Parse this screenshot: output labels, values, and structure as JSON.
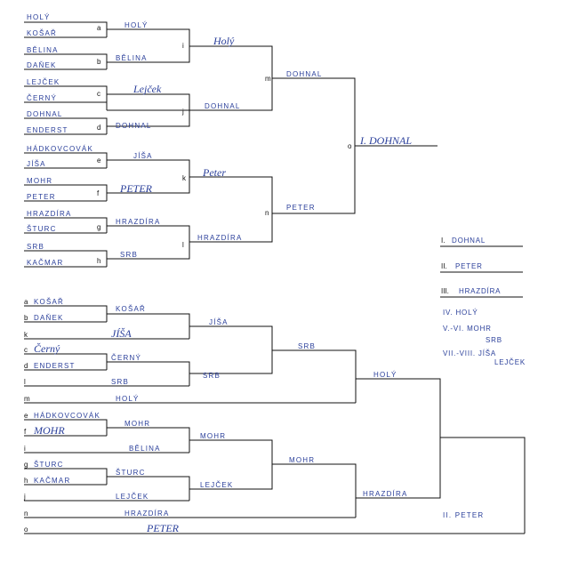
{
  "upper_bracket": {
    "players": [
      {
        "name": "HOLÝ"
      },
      {
        "name": "KOŠAŘ"
      },
      {
        "name": "BĚLINA"
      },
      {
        "name": "DAŇEK"
      },
      {
        "name": "LEJČEK"
      },
      {
        "name": "ČERNÝ"
      },
      {
        "name": "DOHNAL"
      },
      {
        "name": "ENDERST"
      },
      {
        "name": "HÁDKOVCOVÁK"
      },
      {
        "name": "JÍŠA"
      },
      {
        "name": "MOHR"
      },
      {
        "name": "PETER"
      },
      {
        "name": "HRAZDÍRA"
      },
      {
        "name": "ŠTURC"
      },
      {
        "name": "SRB"
      },
      {
        "name": "KAČMAR"
      }
    ],
    "round1": [
      {
        "label": "a",
        "winner": "HOLÝ"
      },
      {
        "label": "b",
        "winner": "BĚLINA"
      },
      {
        "label": "c",
        "winner": "Lejček"
      },
      {
        "label": "d",
        "winner": "DOHNAL"
      },
      {
        "label": "e",
        "winner": "JÍŠA"
      },
      {
        "label": "f",
        "winner": "PETER"
      },
      {
        "label": "g",
        "winner": "HRAZDÍRA"
      },
      {
        "label": "h",
        "winner": "SRB"
      }
    ],
    "round2": [
      {
        "label": "i",
        "winner": "Holý"
      },
      {
        "label": "j",
        "winner": "DOHNAL"
      },
      {
        "label": "k",
        "winner": "Peter"
      },
      {
        "label": "l",
        "winner": "HRAZDÍRA"
      }
    ],
    "round3": [
      {
        "label": "m",
        "winner": "DOHNAL"
      },
      {
        "label": "n",
        "winner": "PETER"
      }
    ],
    "final": {
      "label": "o",
      "winner": "I. DOHNAL"
    }
  },
  "lower_bracket": {
    "rows": [
      {
        "label": "a",
        "name": "KOŠAŘ"
      },
      {
        "label": "b",
        "name": "DAŇEK"
      },
      {
        "label": "k",
        "name": ""
      },
      {
        "label": "c",
        "name": "Černý"
      },
      {
        "label": "d",
        "name": "ENDERST"
      },
      {
        "label": "l",
        "name": ""
      },
      {
        "label": "m",
        "name": ""
      },
      {
        "label": "e",
        "name": "HÁDKOVCOVÁK"
      },
      {
        "label": "f",
        "name": "MOHR"
      },
      {
        "label": "i",
        "name": ""
      },
      {
        "label": "g",
        "name": "ŠTURC"
      },
      {
        "label": "h",
        "name": "KAČMAR"
      },
      {
        "label": "j",
        "name": ""
      },
      {
        "label": "n",
        "name": ""
      },
      {
        "label": "o",
        "name": ""
      }
    ],
    "r1": [
      "KOŠAŘ",
      "JÍŠA",
      "ČERNÝ",
      "SRB",
      "MOHR",
      "BĚLINA",
      "ŠTURC",
      "LEJČEK"
    ],
    "r1_extra": {
      "m": "HOLÝ",
      "n": "HRAZDÍRA",
      "o": "PETER"
    },
    "r2": [
      "JÍŠA",
      "SRB",
      "MOHR",
      "LEJČEK"
    ],
    "r3": [
      "SRB",
      "MOHR"
    ],
    "r4": [
      "HOLÝ",
      "HRAZDÍRA"
    ],
    "final": "II. PETER"
  },
  "ranking": [
    {
      "num": "I.",
      "name": "DOHNAL"
    },
    {
      "num": "II.",
      "name": "PETER"
    },
    {
      "num": "III.",
      "name": "HRAZDÍRA"
    },
    {
      "num": "",
      "name": "IV. HOLÝ"
    },
    {
      "num": "",
      "name": "V.-VI. MOHR"
    },
    {
      "num": "",
      "name": "SRB"
    },
    {
      "num": "",
      "name": "VII.-VIII. JÍŠA"
    },
    {
      "num": "",
      "name": "LEJČEK"
    }
  ]
}
